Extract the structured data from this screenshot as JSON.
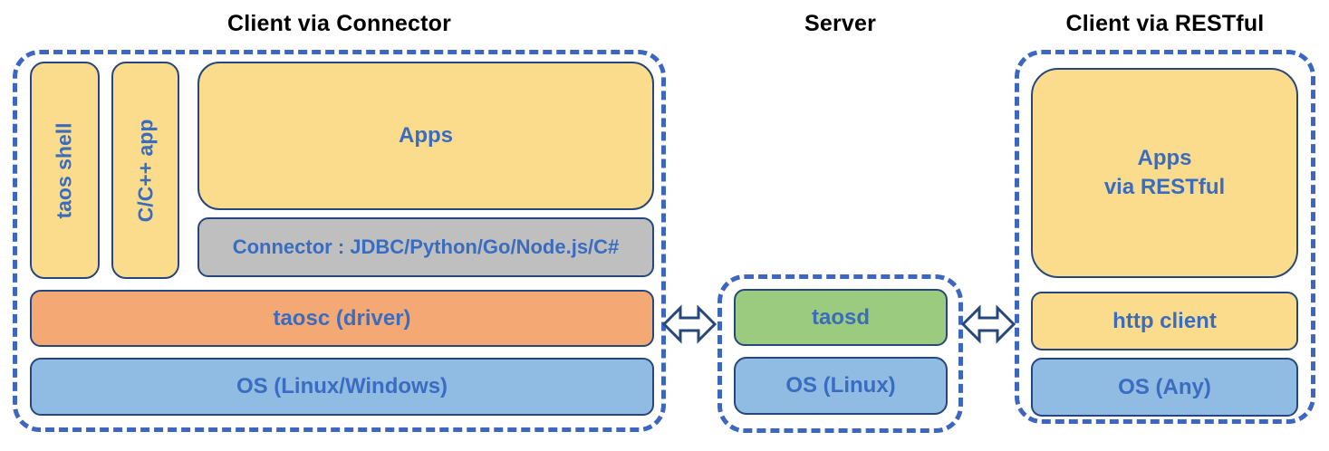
{
  "diagram": {
    "sections": [
      {
        "title": "Client via Connector",
        "boxes": {
          "taos_shell": "taos shell",
          "cpp_app": "C/C++ app",
          "apps": "Apps",
          "connector": "Connector : JDBC/Python/Go/Node.js/C#",
          "taosc": "taosc (driver)",
          "os": "OS (Linux/Windows)"
        }
      },
      {
        "title": "Server",
        "boxes": {
          "taosd": "taosd",
          "os": "OS (Linux)"
        }
      },
      {
        "title": "Client via RESTful",
        "boxes": {
          "apps_line1": "Apps",
          "apps_line2": "via RESTful",
          "http_client": "http client",
          "os": "OS (Any)"
        }
      }
    ],
    "icons": {
      "left_link": "double-arrow-icon",
      "right_link": "double-arrow-icon"
    },
    "colors": {
      "dash_border": "#3C66BF",
      "box_border": "#26477D",
      "label_blue": "#3A6CBF",
      "title_black": "#000000",
      "yellow": "#FBDC8D",
      "orange": "#F4A975",
      "blue": "#90BBE3",
      "green": "#9BCB7E",
      "gray": "#BFBFBF",
      "arrow_fill": "#FFFFFF"
    }
  }
}
